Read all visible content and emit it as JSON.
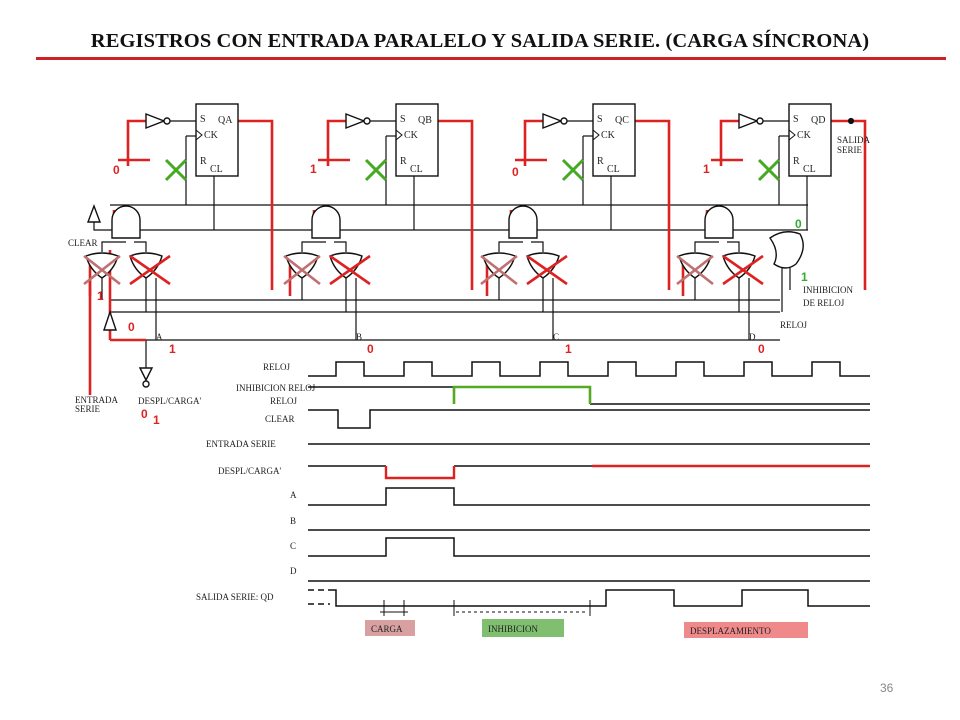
{
  "title": "REGISTROS CON ENTRADA PARALELO Y SALIDA SERIE. (CARGA SÍNCRONA)",
  "page_number": "36",
  "circuit": {
    "flipflops": [
      {
        "q": "QA"
      },
      {
        "q": "QB"
      },
      {
        "q": "QC"
      },
      {
        "q": "QD"
      }
    ],
    "pin_s": "S",
    "pin_ck": "CK",
    "pin_r": "R",
    "pin_cl": "CL",
    "inputs": [
      "A",
      "B",
      "C",
      "D"
    ],
    "clear_label": "CLEAR",
    "entrada_serie": [
      "ENTRADA",
      "SERIE"
    ],
    "despl_carga": "DESPL/CARGA'",
    "salida_serie": [
      "SALIDA",
      "SERIE"
    ],
    "inhibicion_de_reloj": [
      "INHIBICION",
      "DE RELOJ"
    ],
    "reloj": "RELOJ"
  },
  "annotations": {
    "flipflop_set_values": [
      "0",
      "1",
      "0",
      "1"
    ],
    "input_values": [
      "1",
      "0",
      "1",
      "0"
    ],
    "clear_value": "1",
    "entrada_value": "0",
    "despl_values": [
      "0",
      "1"
    ],
    "or_output": "0",
    "inhibicion_value": "1"
  },
  "timing": {
    "signals": [
      "RELOJ",
      "INHIBICION RELOJ",
      "CLEAR",
      "ENTRADA SERIE",
      "DESPL/CARGA'",
      "A",
      "B",
      "C",
      "D",
      "SALIDA SERIE: QD"
    ],
    "phases": [
      "CARGA",
      "INHIBICION",
      "DESPLAZAMIENTO"
    ]
  },
  "colors": {
    "wire": "#111111",
    "highlight_red": "#dd2222",
    "highlight_green": "#55aa22",
    "phase_carga": "#d8a0a0",
    "phase_inhibicion": "#7fbf6f",
    "phase_desplazamiento": "#f08a8a"
  }
}
